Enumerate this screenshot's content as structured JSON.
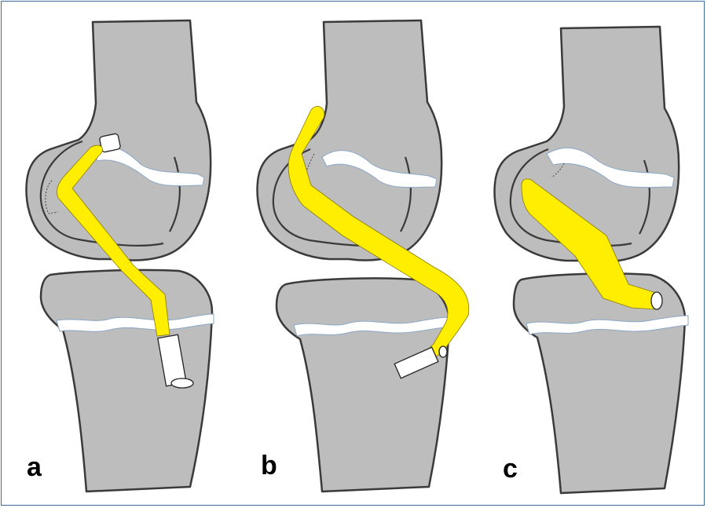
{
  "panels": [
    {
      "id": "a",
      "label": "a"
    },
    {
      "id": "b",
      "label": "b"
    },
    {
      "id": "c",
      "label": "c"
    }
  ],
  "colors": {
    "bone": "#bdbdbd",
    "bone_outline": "#3a3a3a",
    "graft": "#ffee00",
    "cartilage": "#ffffff",
    "frame": "#3e6aa0"
  }
}
